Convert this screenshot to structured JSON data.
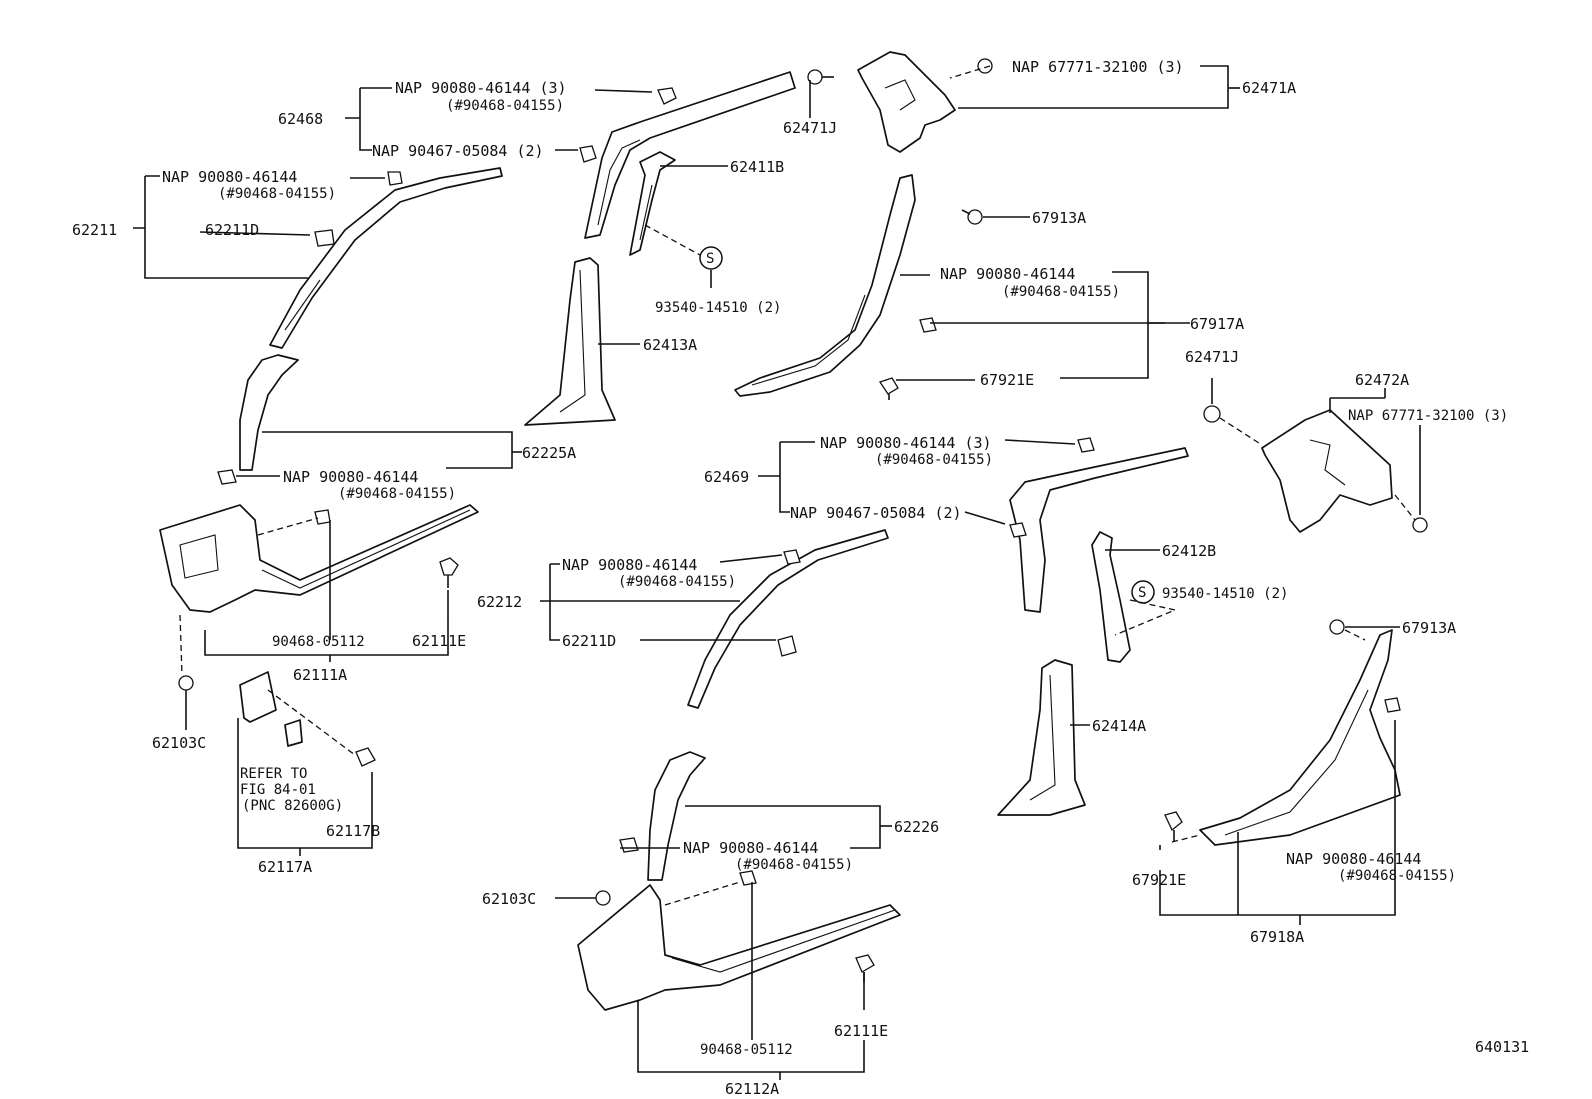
{
  "labels": {
    "p62468": "62468",
    "nap1": "NAP 90080-46144 (3)",
    "ref1": "(#90468-04155)",
    "nap2": "NAP 90467-05084 (2)",
    "p62471J_top": "62471J",
    "nap3": "NAP 67771-32100 (3)",
    "p62471A": "62471A",
    "p62411B": "62411B",
    "nap4": "NAP 90080-46144",
    "ref4": "(#90468-04155)",
    "p62211": "62211",
    "p62211D_top": "62211D",
    "s_93540_top": "93540-14510 (2)",
    "p62413A": "62413A",
    "p67913A_top": "67913A",
    "nap5": "NAP 90080-46144",
    "ref5": "(#90468-04155)",
    "p67917A": "67917A",
    "p67921E_top": "67921E",
    "p62471J_right": "62471J",
    "p62472A": "62472A",
    "nap6": "NAP 67771-32100 (3)",
    "nap7": "NAP 90080-46144",
    "ref7": "(#90468-04155)",
    "p62225A": "62225A",
    "nap8": "NAP 90080-46144 (3)",
    "ref8": "(#90468-04155)",
    "p62469": "62469",
    "nap9": "NAP 90467-05084 (2)",
    "p62412B": "62412B",
    "s_93540_right": "93540-14510 (2)",
    "p67913A_right": "67913A",
    "nap10": "NAP 90080-46144",
    "ref10": "(#90468-04155)",
    "p62212": "62212",
    "p62211D_mid": "62211D",
    "p90468_05112_left": "90468-05112",
    "p62111E_left": "62111E",
    "p62111A": "62111A",
    "p62103C_left": "62103C",
    "refer1": "REFER TO",
    "refer2": "FIG 84-01",
    "refer3": "(PNC 82600G)",
    "p62117B": "62117B",
    "p62117A": "62117A",
    "p62414A": "62414A",
    "nap11": "NAP 90080-46144",
    "ref11": "(#90468-04155)",
    "p62226": "62226",
    "p62103C_bottom": "62103C",
    "p67921E_right": "67921E",
    "nap12": "NAP 90080-46144",
    "ref12": "(#90468-04155)",
    "p67918A": "67918A",
    "p90468_05112_bottom": "90468-05112",
    "p62111E_bottom": "62111E",
    "p62112A": "62112A",
    "circle_s": "S",
    "diagram_id": "640131"
  }
}
